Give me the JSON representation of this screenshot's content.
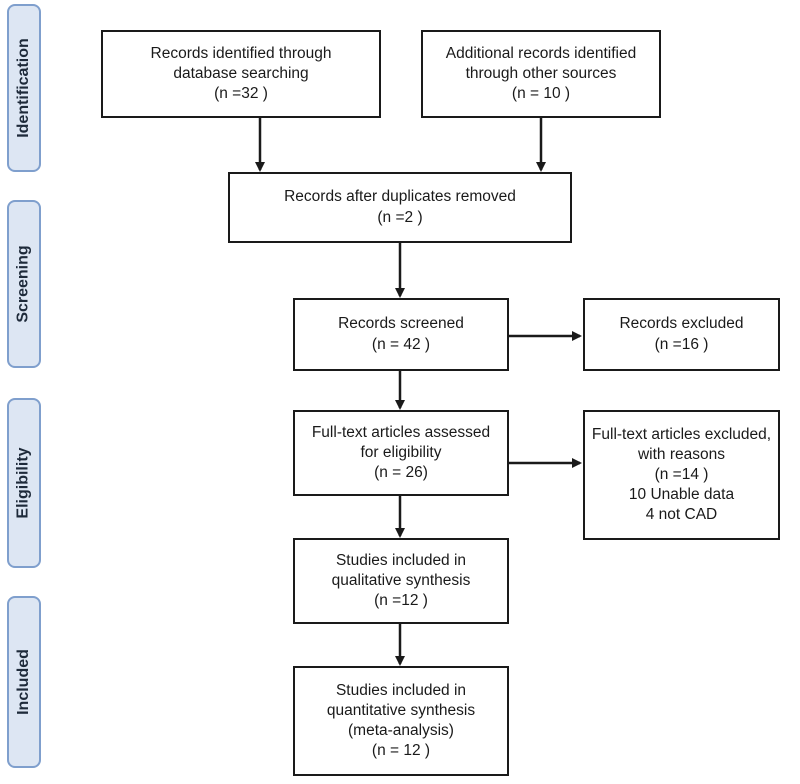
{
  "phases": {
    "identification": "Identification",
    "screening": "Screening",
    "eligibility": "Eligibility",
    "included": "Included"
  },
  "boxes": {
    "database": {
      "line1": "Records identified through",
      "line2": "database searching",
      "line3": "(n =32 )"
    },
    "other_sources": {
      "line1": "Additional records identified",
      "line2": "through other sources",
      "line3": "(n = 10 )"
    },
    "duplicates": {
      "line1": "Records after duplicates removed",
      "line2": "(n =2 )"
    },
    "screened": {
      "line1": "Records screened",
      "line2": "(n = 42 )"
    },
    "excluded": {
      "line1": "Records excluded",
      "line2": "(n =16 )"
    },
    "fulltext": {
      "line1": "Full-text articles assessed",
      "line2": "for eligibility",
      "line3": "(n = 26)"
    },
    "fulltext_excluded": {
      "line1": "Full-text articles excluded,",
      "line2": "with reasons",
      "line3": "(n =14 )",
      "line4": "10 Unable data",
      "line5": "4 not CAD"
    },
    "qualitative": {
      "line1": "Studies included in",
      "line2": "qualitative synthesis",
      "line3": "(n =12 )"
    },
    "quantitative": {
      "line1": "Studies included in",
      "line2": "quantitative synthesis",
      "line3": "(meta-analysis)",
      "line4": "(n = 12 )"
    }
  },
  "colors": {
    "phase_fill": "#dde6f3",
    "phase_border": "#7f9fcd",
    "box_border": "#1a1a1a"
  }
}
